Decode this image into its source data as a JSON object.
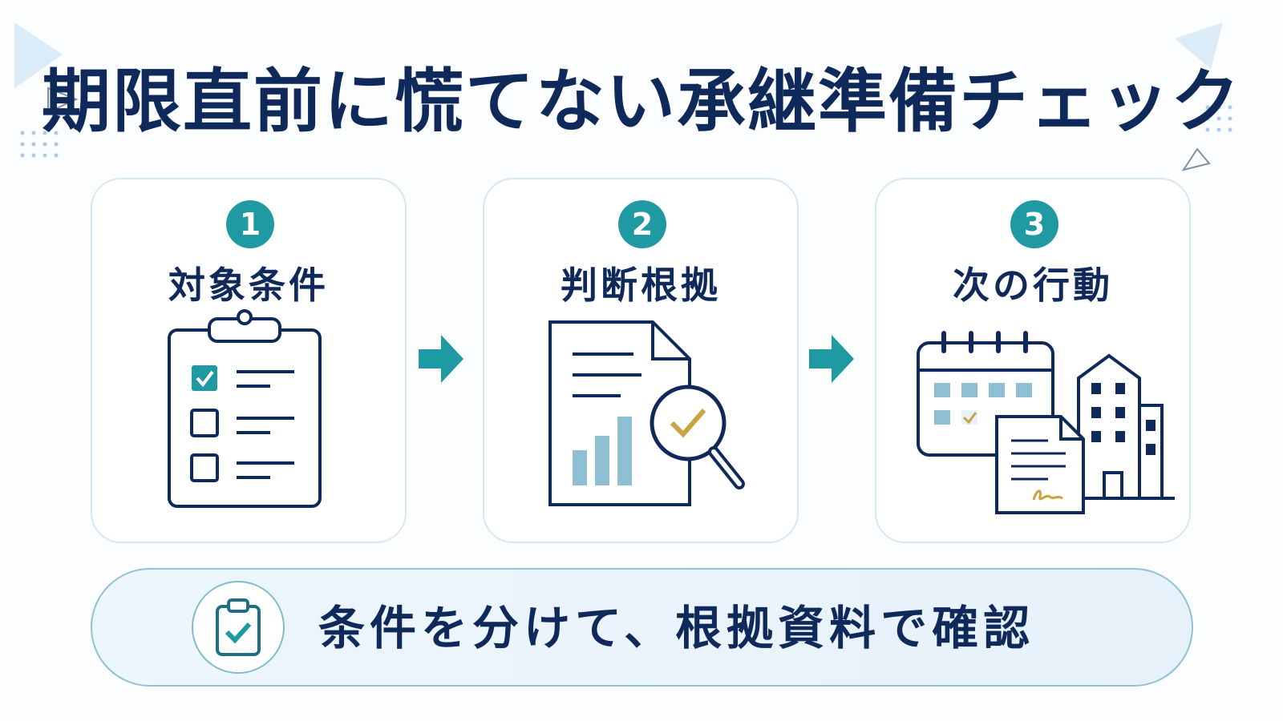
{
  "title": "期限直前に慌てない承継準備チェック",
  "steps": [
    {
      "number": "1",
      "label": "対象条件",
      "illustration": "clipboard-checklist-icon"
    },
    {
      "number": "2",
      "label": "判断根拠",
      "illustration": "document-magnifier-check-icon"
    },
    {
      "number": "3",
      "label": "次の行動",
      "illustration": "calendar-document-building-icon"
    }
  ],
  "connectors": [
    "arrow-right-icon",
    "arrow-right-icon"
  ],
  "summary": {
    "text": "条件を分けて、根拠資料で確認",
    "icon": "clipboard-check-icon"
  },
  "colors": {
    "navy": "#0f2a5a",
    "teal": "#1f9aa3",
    "gold": "#c8a541",
    "light_blue": "#8fbfd3",
    "card_border": "#d6e8f3"
  }
}
